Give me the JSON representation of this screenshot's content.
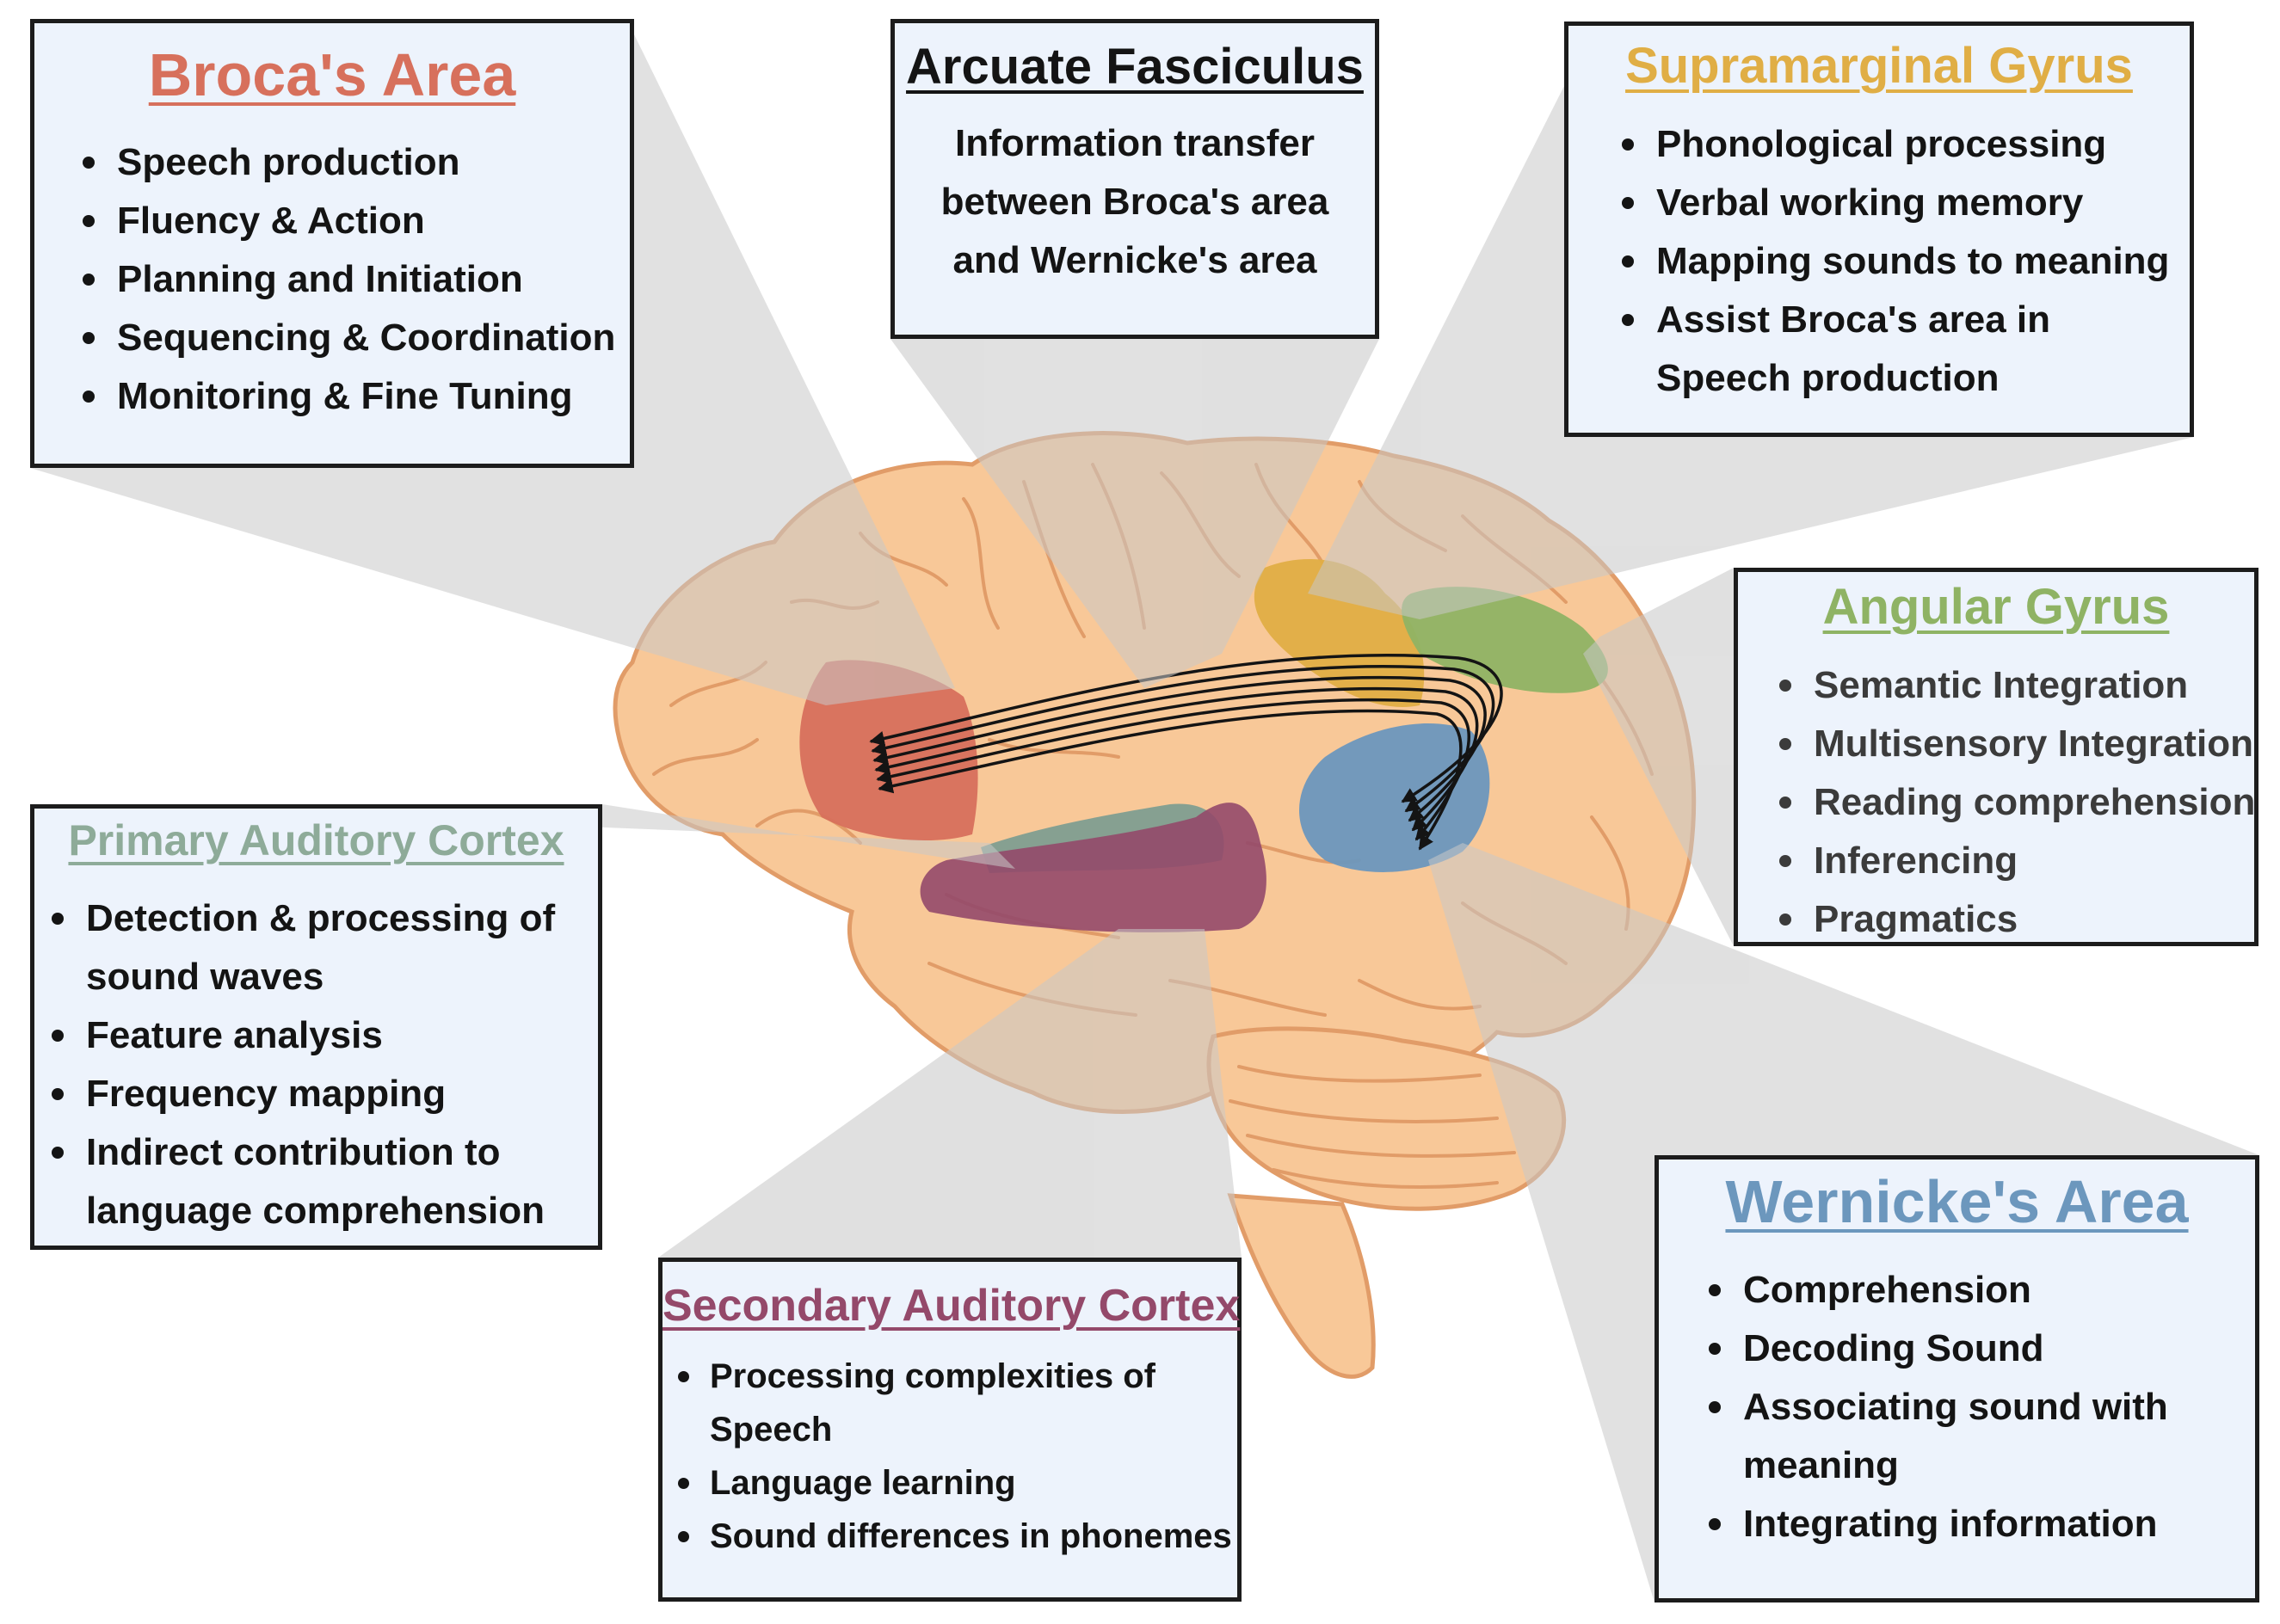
{
  "colors": {
    "broca": "#d7705c",
    "arcuate": "#141414",
    "supramarginal": "#e0ae45",
    "angular": "#8fb364",
    "primary_auditory": "#8eab99",
    "secondary_auditory": "#94496a",
    "wernicke": "#6c97bd",
    "brain_fill": "#f8c898",
    "brain_outline": "#e19c68",
    "spotlight": "#c8c8c8",
    "box_fill": "#edf3fc"
  },
  "broca": {
    "title": "Broca's Area",
    "items": [
      "Speech production",
      "Fluency & Action",
      "Planning and Initiation",
      "Sequencing & Coordination",
      "Monitoring & Fine Tuning"
    ]
  },
  "arcuate": {
    "title": "Arcuate Fasciculus",
    "desc_lines": [
      "Information transfer",
      "between Broca's area",
      "and Wernicke's area"
    ]
  },
  "supramarginal": {
    "title": "Supramarginal Gyrus",
    "items": [
      "Phonological processing",
      "Verbal working memory",
      "Mapping sounds to meaning",
      "Assist Broca's area in"
    ],
    "item4_cont": "Speech production"
  },
  "angular": {
    "title": "Angular Gyrus",
    "items": [
      "Semantic Integration",
      "Multisensory Integration",
      "Reading comprehension",
      "Inferencing",
      "Pragmatics"
    ]
  },
  "primary": {
    "title": "Primary Auditory Cortex",
    "item1": "Detection & processing of",
    "item1_cont": "sound waves",
    "item2": "Feature analysis",
    "item3": "Frequency mapping",
    "item4": "Indirect contribution to",
    "item4_cont": "language comprehension"
  },
  "secondary": {
    "title": "Secondary Auditory Cortex",
    "item1": "Processing complexities of",
    "item1_cont": "Speech",
    "item2": "Language learning",
    "item3": "Sound differences in phonemes"
  },
  "wernicke": {
    "title": "Wernicke's Area",
    "item1": "Comprehension",
    "item2": "Decoding Sound",
    "item3": "Associating sound with",
    "item3_cont": "meaning",
    "item4": "Integrating information"
  }
}
